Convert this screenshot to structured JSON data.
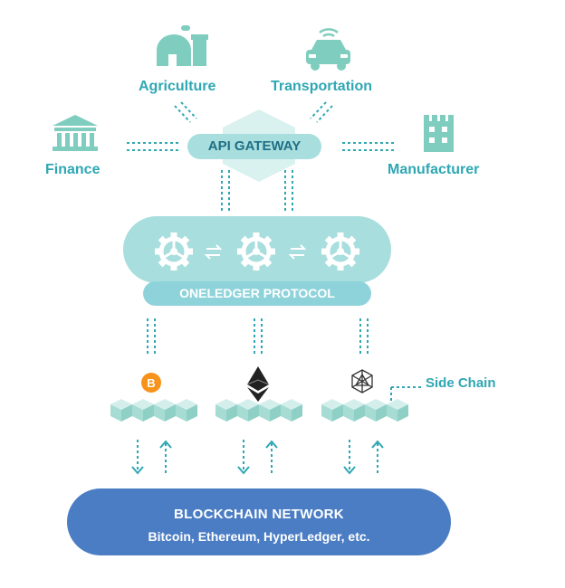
{
  "domains": {
    "agriculture": "Agriculture",
    "transportation": "Transportation",
    "finance": "Finance",
    "manufacturer": "Manufacturer"
  },
  "gateway": {
    "label": "API GATEWAY"
  },
  "protocol": {
    "label": "ONELEDGER PROTOCOL"
  },
  "side_chain": {
    "label": "Side Chain"
  },
  "chains": [
    {
      "icon": "bitcoin-icon",
      "symbol": "B",
      "color": "#f7931a"
    },
    {
      "icon": "ethereum-icon",
      "color": "#222222"
    },
    {
      "icon": "hyperledger-icon",
      "color": "#333333"
    }
  ],
  "network": {
    "title": "BLOCKCHAIN NETWORK",
    "subtitle": "Bitcoin, Ethereum, HyperLedger, etc."
  },
  "colors": {
    "teal": "#2fa7b3",
    "teal_light": "#a8dedd",
    "protocol_pill": "#8fd3da",
    "network_blue": "#4b7dc4"
  }
}
